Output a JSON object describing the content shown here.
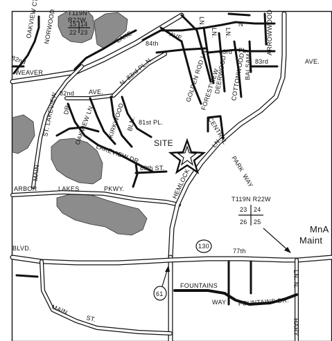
{
  "map": {
    "site_label": "SITE",
    "township_top": {
      "line1": "T119N",
      "line2": "R22W",
      "sections": [
        "15",
        "14",
        "22",
        "23"
      ]
    },
    "township_main": {
      "heading": "T119N R22W",
      "sections": [
        "23",
        "24",
        "26",
        "25"
      ]
    },
    "routes": [
      "130",
      "61"
    ],
    "corner_text": [
      "MnA",
      "Maint"
    ],
    "streets": {
      "oakview_ct": "OAKVIEW CT.",
      "norwood": "NORWOOD",
      "lake": "LAKE",
      "weaver": "WEAVER",
      "st_84th": "84th",
      "ave_top": "AVE.",
      "nd_82_top": "82nd",
      "ln_a": "LN.",
      "ln_b": "LN.",
      "ln_c": "LN.",
      "n_top": "N",
      "rd_83_pl": "83rd",
      "pl_top": "PL.",
      "rd_83_ave": "83rd",
      "ave_right": "AVE.",
      "rd_83_pl_n": "N. 83rd PL.N.",
      "golden_rod": "GOLDEN ROD LN.",
      "forestview": "FORESTVIEW",
      "deerwood": "DEERWOOD",
      "cottonwood": "COTTONWOOD",
      "balsam": "BALSAM",
      "arrowwood": "ARROWWOOD",
      "nd_82_ave": "82nd",
      "ave_82": "AVE.",
      "st_lakeview": "ST. LAKEVIEW",
      "dr_left": "DR.",
      "main_left": "MAIN",
      "oakview_ln": "OAKVIEW LN.",
      "kirkwood": "KIRKWOOD",
      "bln": "BLN.",
      "st_81": "81st PL.",
      "lakeview_dr": "LAKEVIEW DR.",
      "st_80": "80th ST.",
      "hemlock": "HEMLOCK",
      "ln_hemlock": "LN.",
      "central": "CENTRAL",
      "park": "PARK",
      "way": "WAY",
      "arbor": "ARBOR",
      "lakes": "LAKES",
      "pkwy": "PKWY.",
      "blvd": "BLVD.",
      "th_77": "77th",
      "fountains_top": "FOUNTAINS",
      "way_bottom": "WAY",
      "fountains_dr": "FOUNTAINS DR.",
      "ln_n": "LN. N.",
      "main_bottom": "MAIN",
      "st_bottom": "ST.",
      "hary": "HARY"
    }
  }
}
